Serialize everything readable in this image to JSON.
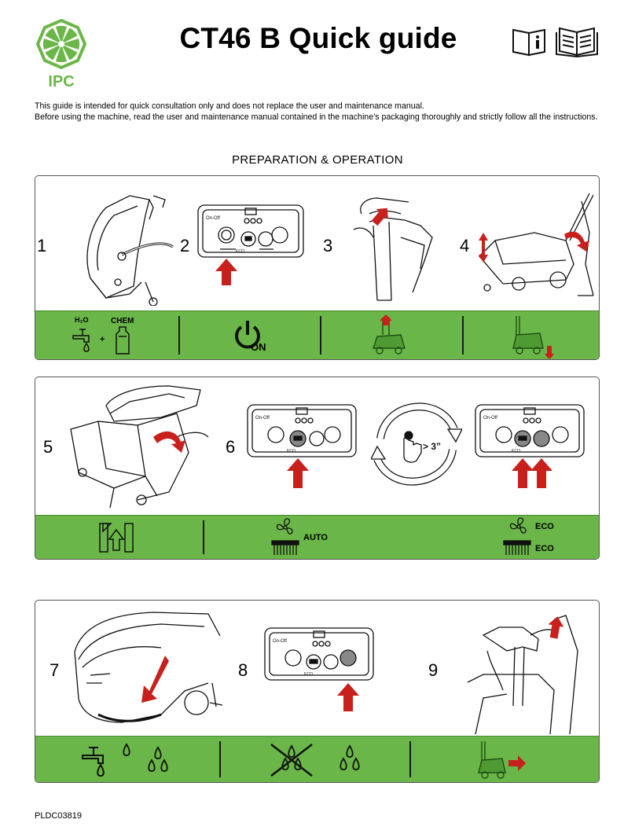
{
  "header": {
    "brand": "IPC",
    "title": "CT46 B Quick guide",
    "brand_color": "#6ab648"
  },
  "intro": {
    "line1": "This guide is intended for quick consultation only and does not replace the user and maintenance manual.",
    "line2": "Before using the machine, read the user and maintenance manual contained in the machine’s packaging thoroughly and strictly follow all the instructions."
  },
  "section_title": "PREPARATION & OPERATION",
  "panel1": {
    "steps": [
      "1",
      "2",
      "3",
      "4"
    ],
    "control_label": "On-Off",
    "eco_label": "ECO",
    "band": {
      "h2o": "H₂O",
      "plus": "+",
      "chem": "CHEM",
      "on": "ON"
    }
  },
  "panel2": {
    "steps": [
      "5",
      "6"
    ],
    "control_label": "On-Off",
    "eco_label": "ECO",
    "timer_label": "> 3”",
    "band": {
      "auto": "AUTO",
      "eco_top": "ECO",
      "eco_bottom": "ECO"
    }
  },
  "panel3": {
    "steps": [
      "7",
      "8",
      "9"
    ],
    "control_label": "On-Off",
    "eco_label": "ECO"
  },
  "footer": {
    "code": "PLDC03819"
  },
  "colors": {
    "band_green": "#6ab648",
    "arrow_red": "#c8201c",
    "line_dark": "#1a1a1a"
  },
  "icons": [
    "ipc-logo-icon",
    "book-info-icon",
    "open-book-icon",
    "faucet-icon",
    "chemical-bottle-icon",
    "power-on-icon",
    "machine-handle-up-icon",
    "machine-lower-icon",
    "recovery-tank-icon",
    "fan-brush-icon",
    "water-drops-icon",
    "no-water-icon",
    "machine-move-icon",
    "red-arrow-icon",
    "rotate-arrows-icon",
    "press-hold-icon"
  ]
}
